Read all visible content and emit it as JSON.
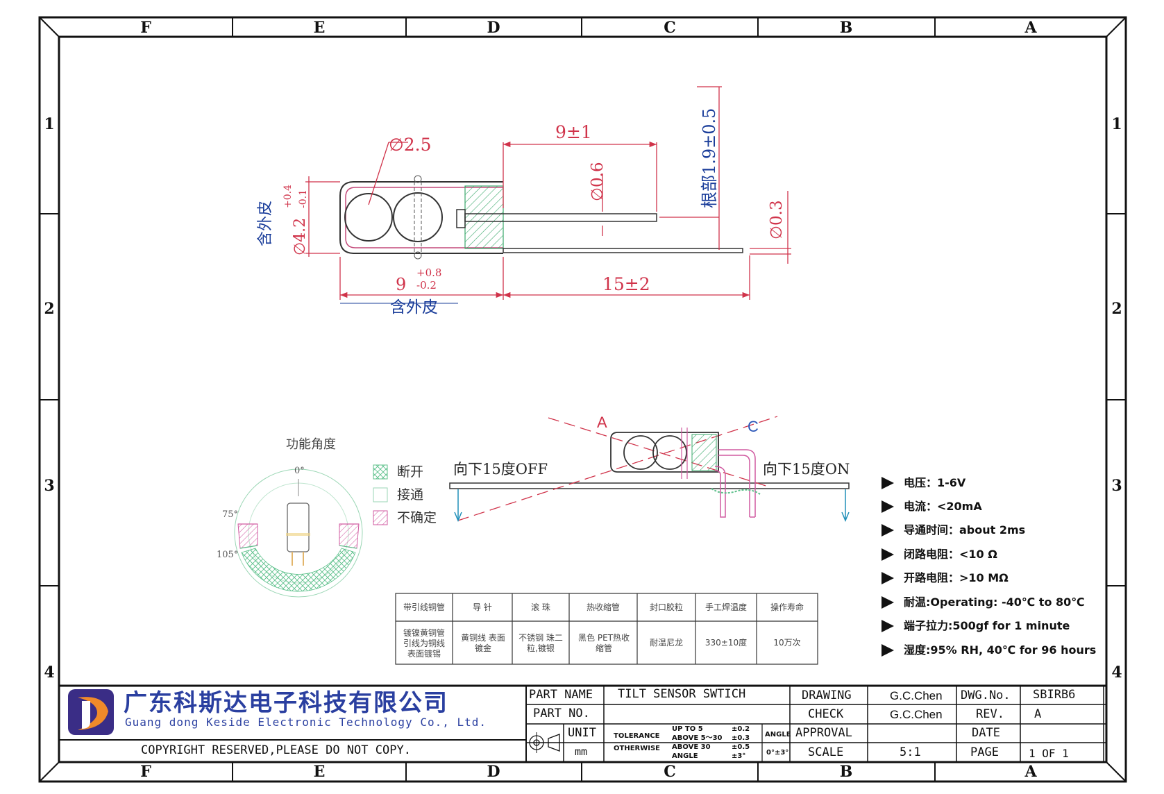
{
  "zones": {
    "columns": [
      "F",
      "E",
      "D",
      "C",
      "B",
      "A"
    ],
    "rows": [
      "1",
      "2",
      "3",
      "4"
    ]
  },
  "side_view": {
    "dim_ball_dia": "∅2.5",
    "dim_pin_length": "9±1",
    "dim_pin_dia": "∅0.6",
    "dim_root_length": "根部1.9±0.5",
    "dim_lead_dia": "∅0.3",
    "dim_body_dia": "∅4.2",
    "dim_body_dia_tol_upper": "+0.4",
    "dim_body_dia_tol_lower": "-0.1",
    "dim_body_dia_note": "含外皮",
    "dim_body_length": "9",
    "dim_body_length_tol_upper": "+0.8",
    "dim_body_length_tol_lower": "-0.2",
    "dim_body_length_note": "含外皮",
    "dim_lead_length": "15±2"
  },
  "function_angle": {
    "title": "功能角度",
    "angle_0": "0°",
    "angle_75": "75°",
    "angle_105": "105°",
    "legend": [
      "断开",
      "接通",
      "不确定"
    ]
  },
  "tilt_view": {
    "label_a": "A",
    "label_c": "C",
    "left_state": "向下15度OFF",
    "right_state": "向下15度ON"
  },
  "materials_table": {
    "headers": [
      "带引线铜管",
      "导 针",
      "滚 珠",
      "热收缩管",
      "封口胶粒",
      "手工焊温度",
      "操作寿命"
    ],
    "values": [
      "镀镍黄铜管 引线为铜线 表面镀锡",
      "黄铜线 表面镀金",
      "不锈钢 珠二粒,镀银",
      "黑色 PET热收缩管",
      "耐温尼龙",
      "330±10度",
      "10万次"
    ]
  },
  "specs": [
    "电压：1-6V",
    "电流：<20mA",
    "导通时间：about 2ms",
    "闭路电阻：<10 Ω",
    "开路电阻：>10 MΩ",
    "耐温:Operating: -40℃ to 80℃",
    "端子拉力:500gf for 1 minute",
    "湿度:95% RH, 40℃ for 96 hours"
  ],
  "title_block": {
    "company_cn": "广东科斯达电子科技有限公司",
    "company_en": "Guang dong Keside  Electronic Technology Co., Ltd.",
    "copyright": "COPYRIGHT RESERVED,PLEASE DO NOT COPY.",
    "part_name_label": "PART NAME",
    "part_name": "TILT SENSOR SWTICH",
    "part_no_label": "PART NO.",
    "part_no": "",
    "unit_label": "UNIT",
    "unit": "mm",
    "tolerance_label": "TOLERANCE",
    "otherwise_label": "OTHERWISE",
    "tol_rows": [
      {
        "label": "UP TO 5",
        "value": "±0.2"
      },
      {
        "label": "ABOVE 5～30",
        "value": "±0.3"
      },
      {
        "label": "ABOVE 30",
        "value": "±0.5"
      },
      {
        "label": "ANGLE",
        "value": "±3°"
      }
    ],
    "angle_label": "ANGLE",
    "angle_value": "0°±3°",
    "drawing_label": "DRAWING",
    "drawing": "G.C.Chen",
    "check_label": "CHECK",
    "check": "G.C.Chen",
    "approval_label": "APPROVAL",
    "approval": "",
    "scale_label": "SCALE",
    "scale": "5:1",
    "dwg_no_label": "DWG.No.",
    "dwg_no": "SBIRB6",
    "rev_label": "REV.",
    "rev": "A",
    "date_label": "DATE",
    "date": "",
    "page_label": "PAGE",
    "page": "1 OF 1"
  }
}
